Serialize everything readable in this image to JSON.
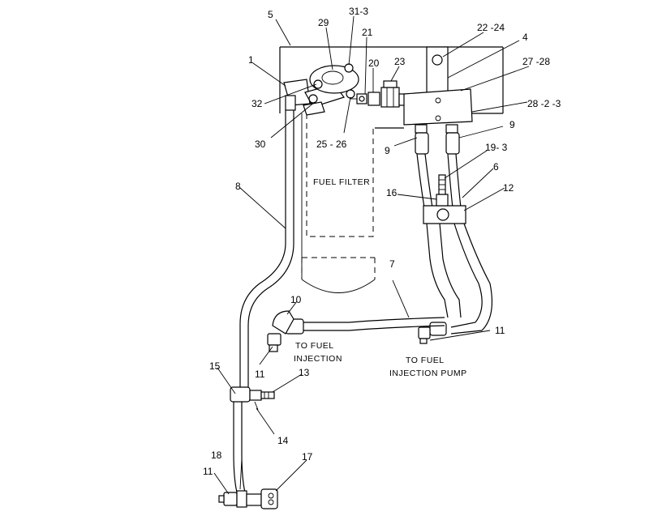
{
  "diagram": {
    "callouts": {
      "c5": "5",
      "c29": "29",
      "c31_3": "31-3",
      "c21": "21",
      "c22_24": "22 -24",
      "c4": "4",
      "c20": "20",
      "c23": "23",
      "c27_28": "27 -28",
      "c1": "1",
      "c32": "32",
      "c28_2_3": "28 -2 -3",
      "c9a": "9",
      "c9b": "9",
      "c30": "30",
      "c25_26": "25 - 26",
      "c19_3": "19- 3",
      "c6": "6",
      "c8": "8",
      "c16": "16",
      "c12": "12",
      "c7": "7",
      "c10": "10",
      "c11a": "11",
      "c11b": "11",
      "c15": "15",
      "c13": "13",
      "c14": "14",
      "c18": "18",
      "c17": "17",
      "c11c": "11"
    },
    "labels": {
      "fuel_filter": "FUEL FILTER",
      "to_fuel_injection_line1": "TO FUEL",
      "to_fuel_injection_line2": "INJECTION",
      "to_fuel_injection_pump_line1": "TO FUEL",
      "to_fuel_injection_pump_line2": "INJECTION PUMP"
    }
  }
}
